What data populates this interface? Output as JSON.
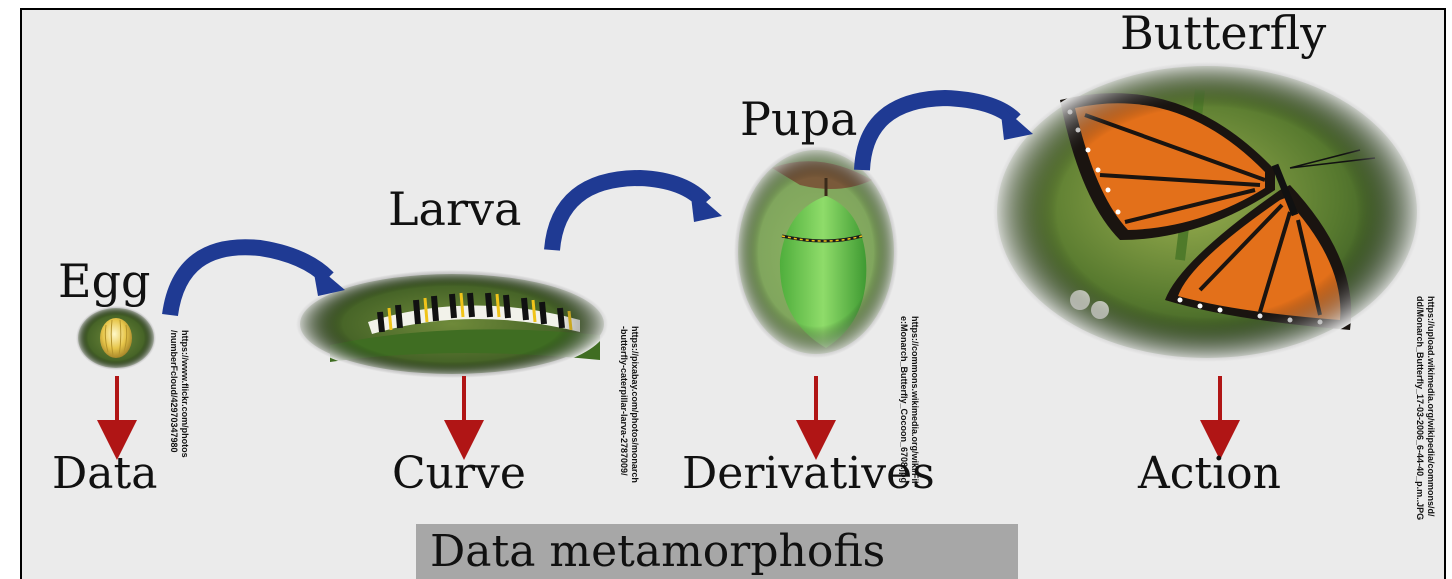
{
  "stages": [
    {
      "title": "Egg",
      "concept": "Data",
      "credit": "https://www.flickr.com/photos\n/numberFcloud/42970347980"
    },
    {
      "title": "Larva",
      "concept": "Curve",
      "credit": "https://pixabay.com/photos/monarch\n-butterfly-caterpillar-larva-2787009/"
    },
    {
      "title": "Pupa",
      "concept": "Derivatives",
      "credit": "https://commons.wikimedia.org/wiki/Fil\ne:Monarch_Butterfly_Cocoon_6708.jpg"
    },
    {
      "title": "Butterfly",
      "concept": "Action",
      "credit": "https://upload.wikimedia.org/wikipedia/commons/d/\ndd/Monarch_Butterfly_17-03-2006_6-44-40_p.m..JPG"
    }
  ],
  "banner": {
    "text": "Data metamorphofis"
  },
  "colors": {
    "curved_arrow": "#1f3a93",
    "down_arrow": "#b01515",
    "banner_bg": "#a7a7a7",
    "background": "#ebebeb"
  }
}
